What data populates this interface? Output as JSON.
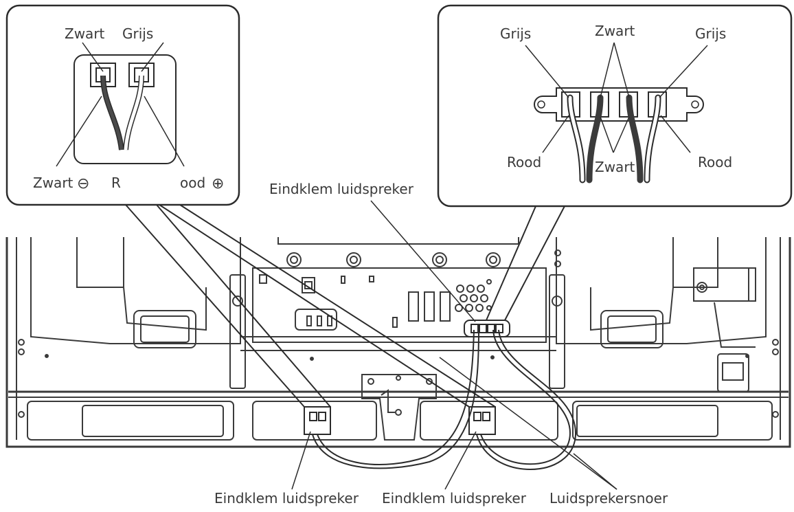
{
  "left_callout": {
    "label_black_top": "Zwart",
    "label_grey_top": "Grijs",
    "label_black_bottom": "Zwart",
    "minus_symbol": "⊖",
    "label_R": "R",
    "label_red_bottom": "ood",
    "plus_symbol": "⊕"
  },
  "right_callout": {
    "label_grey_left": "Grijs",
    "label_black_top": "Zwart",
    "label_grey_right": "Grijs",
    "label_red_left": "Rood",
    "label_black_bottom": "Zwart",
    "label_red_right": "Rood"
  },
  "labels": {
    "top_terminal": "Eindklem luidspreker",
    "bottom_terminal_left": "Eindklem luidspreker",
    "bottom_terminal_right": "Eindklem luidspreker",
    "speaker_cord": "Luidsprekersnoer"
  },
  "colors": {
    "line": "#2b2b2b",
    "cable_black": "#3b3b3b",
    "cable_grey": "#9a9a9a",
    "panel_fill": "#ffffff"
  }
}
